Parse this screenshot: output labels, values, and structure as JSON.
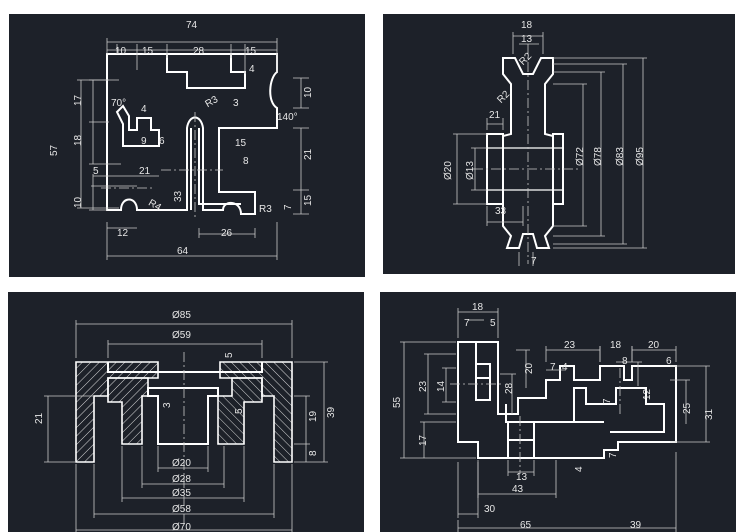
{
  "panels": [
    {
      "id": "drawing-1",
      "labels": {
        "d74": "74",
        "d10a": "10",
        "d15a": "15",
        "d28": "28",
        "d15b": "15",
        "d4": "4",
        "d3": "3",
        "d10b": "10",
        "d17": "17",
        "d57": "57",
        "d18": "18",
        "d70": "70°",
        "dR3a": "R3",
        "d4b": "4",
        "d9": "9",
        "d6": "6",
        "d140": "140°",
        "d15c": "15",
        "d8": "8",
        "d21a": "21",
        "d5": "5",
        "d21b": "21",
        "d33": "33",
        "d10c": "10",
        "dR4": "R4",
        "dR3b": "R3",
        "d7": "7",
        "d15d": "15",
        "d12": "12",
        "d26": "26",
        "d64": "64"
      }
    },
    {
      "id": "drawing-2",
      "labels": {
        "d18": "18",
        "d13": "13",
        "dR2a": "R2",
        "dR2b": "R2",
        "d21": "21",
        "d20": "Ø20",
        "d13b": "Ø13",
        "d72": "Ø72",
        "d78": "Ø78",
        "d83": "Ø83",
        "d95": "Ø95",
        "d33": "33",
        "d7": "7"
      }
    },
    {
      "id": "drawing-3",
      "labels": {
        "d85": "Ø85",
        "d59": "Ø59",
        "d5a": "5",
        "d21": "21",
        "d3": "3",
        "d5b": "5",
        "d39": "39",
        "d19": "19",
        "d8": "8",
        "d20": "Ø20",
        "d28": "Ø28",
        "d35": "Ø35",
        "d58": "Ø58",
        "d70": "Ø70"
      }
    },
    {
      "id": "drawing-4",
      "labels": {
        "d18": "18",
        "d7a": "7",
        "d5": "5",
        "d55": "55",
        "d23a": "23",
        "d14": "14",
        "d17": "17",
        "d28": "28",
        "d20a": "20",
        "d23b": "23",
        "d18b": "18",
        "d20b": "20",
        "d6": "6",
        "d7b": "7",
        "d4a": "4",
        "d8": "8",
        "d7c": "7",
        "d12": "12",
        "d25": "25",
        "d31": "31",
        "d13": "13",
        "d4b": "4",
        "d7d": "7",
        "d43": "43",
        "d30": "30",
        "d65": "65",
        "d39": "39"
      }
    }
  ]
}
